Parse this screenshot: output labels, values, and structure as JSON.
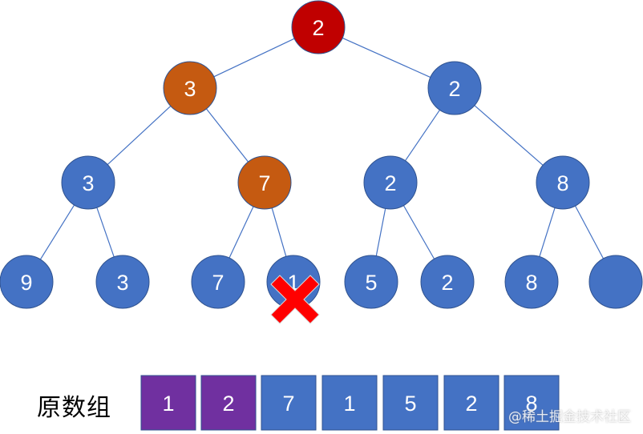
{
  "colors": {
    "blue": "#4472c4",
    "orange": "#c55a11",
    "red": "#c00000",
    "purple": "#7030a0",
    "edge": "#4472c4",
    "cross": "#ff0000"
  },
  "tree": {
    "nodes": [
      {
        "id": "n1",
        "label": "2",
        "color": "red"
      },
      {
        "id": "n2",
        "label": "3",
        "color": "orange"
      },
      {
        "id": "n3",
        "label": "2",
        "color": "blue"
      },
      {
        "id": "n4",
        "label": "3",
        "color": "blue"
      },
      {
        "id": "n5",
        "label": "7",
        "color": "orange"
      },
      {
        "id": "n6",
        "label": "2",
        "color": "blue"
      },
      {
        "id": "n7",
        "label": "8",
        "color": "blue"
      },
      {
        "id": "n8",
        "label": "9",
        "color": "blue"
      },
      {
        "id": "n9",
        "label": "3",
        "color": "blue"
      },
      {
        "id": "n10",
        "label": "7",
        "color": "blue"
      },
      {
        "id": "n11",
        "label": "1",
        "color": "blue",
        "deleted": true
      },
      {
        "id": "n12",
        "label": "5",
        "color": "blue"
      },
      {
        "id": "n13",
        "label": "2",
        "color": "blue"
      },
      {
        "id": "n14",
        "label": "8",
        "color": "blue"
      },
      {
        "id": "n15",
        "label": "",
        "color": "blue"
      }
    ],
    "edges": [
      [
        "n1",
        "n2"
      ],
      [
        "n1",
        "n3"
      ],
      [
        "n2",
        "n4"
      ],
      [
        "n2",
        "n5"
      ],
      [
        "n3",
        "n6"
      ],
      [
        "n3",
        "n7"
      ],
      [
        "n4",
        "n8"
      ],
      [
        "n4",
        "n9"
      ],
      [
        "n5",
        "n10"
      ],
      [
        "n5",
        "n11"
      ],
      [
        "n6",
        "n12"
      ],
      [
        "n6",
        "n13"
      ],
      [
        "n7",
        "n14"
      ],
      [
        "n7",
        "n15"
      ]
    ]
  },
  "array": {
    "title": "原数组",
    "cells": [
      {
        "label": "1",
        "color": "purple"
      },
      {
        "label": "2",
        "color": "purple"
      },
      {
        "label": "7",
        "color": "blue"
      },
      {
        "label": "1",
        "color": "blue"
      },
      {
        "label": "5",
        "color": "blue"
      },
      {
        "label": "2",
        "color": "blue"
      },
      {
        "label": "8",
        "color": "blue"
      }
    ]
  },
  "watermark": "@稀土掘金技术社区"
}
